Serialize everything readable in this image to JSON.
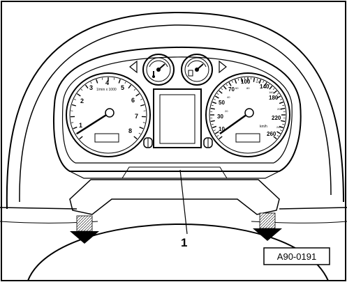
{
  "figure": {
    "callout_label": "1",
    "reference_code": "A90-0191"
  },
  "tachometer": {
    "scale": [
      "1",
      "2",
      "3",
      "4",
      "5",
      "6",
      "7",
      "8"
    ],
    "unit_label": "1/min x 1000"
  },
  "speedometer": {
    "scale_major": [
      "10",
      "30",
      "50",
      "70",
      "100",
      "140",
      "180",
      "220",
      "260"
    ],
    "scale_minor": [
      "20",
      "40",
      "60",
      "80",
      "120",
      "160",
      "200",
      "240"
    ],
    "unit_label": "km/h"
  },
  "gauges": {
    "temp_icon": "coolant-temperature-icon",
    "fuel_icon": "fuel-pump-icon"
  },
  "colors": {
    "line": "#000000",
    "shade": "#7a7a7a",
    "light_shade": "#c8c8c8",
    "paper": "#ffffff"
  }
}
